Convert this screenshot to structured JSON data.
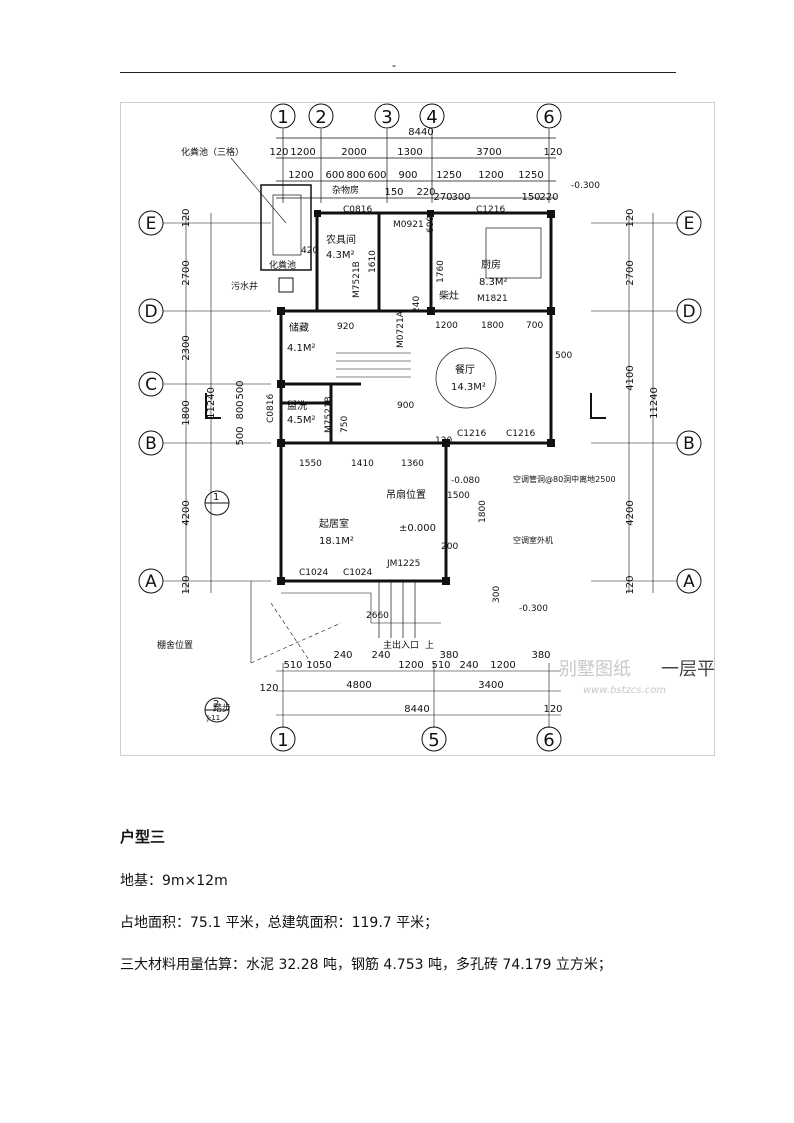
{
  "header": {
    "mark": "-"
  },
  "plan": {
    "axes_top": [
      "1",
      "2",
      "3",
      "4",
      "6"
    ],
    "axes_bottom": [
      "1",
      "5",
      "6"
    ],
    "axes_left": [
      "E",
      "D",
      "C",
      "B",
      "A"
    ],
    "axes_right": [
      "E",
      "D",
      "B",
      "A"
    ],
    "dims_top_total": "8440",
    "dims_top_row1": [
      "120",
      "1200",
      "2000",
      "1300",
      "3700",
      "120"
    ],
    "dims_top_row2": [
      "1200",
      "600",
      "800",
      "600",
      "900",
      "1250",
      "1200",
      "1250"
    ],
    "dims_top_row3": [
      "150",
      "220",
      "270",
      "300",
      "150",
      "220"
    ],
    "dims_left": [
      "120",
      "2700",
      "2300",
      "500",
      "800",
      "500",
      "1800",
      "4200",
      "120"
    ],
    "dims_left_total": "11240",
    "dims_right": [
      "120",
      "2700",
      "4100",
      "4200",
      "120"
    ],
    "dims_right_total": "11240",
    "dims_bottom_row1": [
      "510",
      "1050",
      "240",
      "240",
      "1200",
      "510",
      "380",
      "240",
      "1200",
      "380"
    ],
    "dims_bottom_row2": [
      "120",
      "4800",
      "3400"
    ],
    "dims_bottom_total": "8440",
    "dims_bottom_120": "120",
    "rooms": {
      "septic_title": "化粪池（三格）",
      "septic": "化粪池",
      "sewage": "污水井",
      "storage_tag": "杂物房",
      "tool_room": "农具间",
      "tool_area": "4.3M²",
      "storage": "储藏",
      "storage_area": "4.1M²",
      "bath": "盥洗",
      "bath_area": "4.5M²",
      "kitchen": "厨房",
      "kitchen_area": "8.3M²",
      "stove": "柴灶",
      "dining": "餐厅",
      "dining_area": "14.3M²",
      "living": "起居室",
      "living_area": "18.1M²",
      "fan": "吊扇位置",
      "ac_hole": "空调管洞@80洞中离地2500",
      "ac_unit": "空调室外机",
      "entrance": "主出入口",
      "up": "上",
      "carport": "棚舍位置",
      "steps": "踏步",
      "elev_zero": "±0.000",
      "elev_neg": "-0.300",
      "elev_neg2": "-0.300",
      "elev_080": "-0.080"
    },
    "labels": {
      "c0816": "C0816",
      "m0921": "M0921",
      "c1216a": "C1216",
      "m1821": "M1821",
      "m0721a": "M0721A",
      "m7521b": "M7521B",
      "m7521b2": "M7521B",
      "c0816b": "C0816",
      "c1216b": "C1216",
      "c1216c": "C1216",
      "c1024a": "C1024",
      "c1024b": "C1024",
      "jm1225": "JM1225",
      "d1550": "1550",
      "d1410": "1410",
      "d1360": "1360",
      "d2660": "2660",
      "d1200a": "1200",
      "d1800a": "1800",
      "d700": "700",
      "d500": "500",
      "d420": "420",
      "d920": "920",
      "d900": "900",
      "d1610": "1610",
      "d1760": "1760",
      "d240": "240",
      "d300": "300",
      "d1500": "1500",
      "d1800b": "1800",
      "d200": "200",
      "d750": "750",
      "d600": "600",
      "d120": "120"
    },
    "section_mark_1": "1",
    "section_mark_2": "2",
    "section_mark_2_sub": "J-11",
    "water_mark": "别墅图纸",
    "water_url": "www.bstzcs.com",
    "floor_plan_title": "一层平面"
  },
  "text": {
    "heading": "户型三",
    "line1": "地基：9m×12m",
    "line2": "占地面积：75.1 平米，总建筑面积：119.7 平米；",
    "line3": "三大材料用量估算：水泥 32.28 吨，钢筋 4.753 吨，多孔砖 74.179 立方米；"
  }
}
